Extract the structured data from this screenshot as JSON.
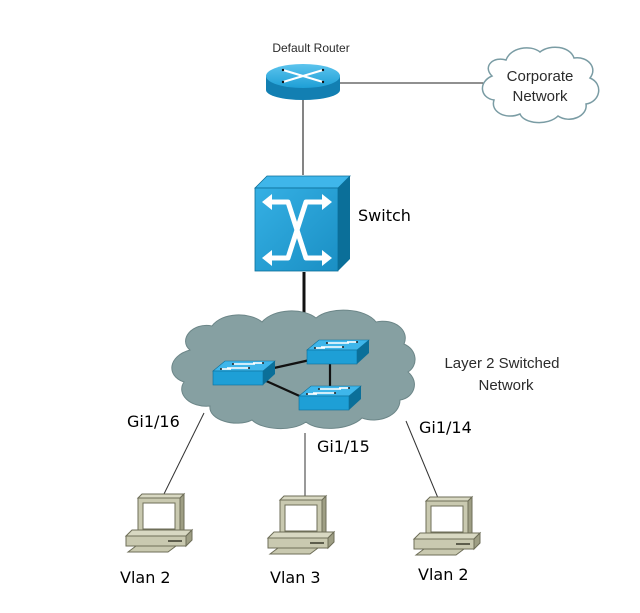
{
  "diagram": {
    "nodes": {
      "router": {
        "label": "Default Router",
        "icon": "router-icon"
      },
      "corporate": {
        "label_line1": "Corporate",
        "label_line2": "Network",
        "icon": "cloud-icon"
      },
      "switch": {
        "label": "Switch",
        "icon": "multilayer-switch-icon"
      },
      "l2net": {
        "label_line1": "Layer 2 Switched",
        "label_line2": "Network",
        "icon": "cloud-icon"
      },
      "pc_left": {
        "label": "Vlan 2",
        "icon": "pc-icon"
      },
      "pc_mid": {
        "label": "Vlan 3",
        "icon": "pc-icon"
      },
      "pc_right": {
        "label": "Vlan 2",
        "icon": "pc-icon"
      }
    },
    "ports": {
      "left": "Gi1/16",
      "mid": "Gi1/15",
      "right": "Gi1/14"
    },
    "links": [
      {
        "from": "router",
        "to": "corporate"
      },
      {
        "from": "router",
        "to": "switch"
      },
      {
        "from": "switch",
        "to": "l2net"
      },
      {
        "from": "l2net",
        "to": "pc_left",
        "port": "Gi1/16"
      },
      {
        "from": "l2net",
        "to": "pc_mid",
        "port": "Gi1/15"
      },
      {
        "from": "l2net",
        "to": "pc_right",
        "port": "Gi1/14"
      }
    ],
    "colors": {
      "device_blue": "#1e9fd6",
      "device_blue_dark": "#0b6f99",
      "l2_cloud_fill": "#86a0a2",
      "corp_cloud_fill": "#ffffff",
      "corp_cloud_stroke": "#7a9ca4",
      "pc_fill": "#c9c9b0",
      "pc_dark": "#8f8f72"
    }
  }
}
